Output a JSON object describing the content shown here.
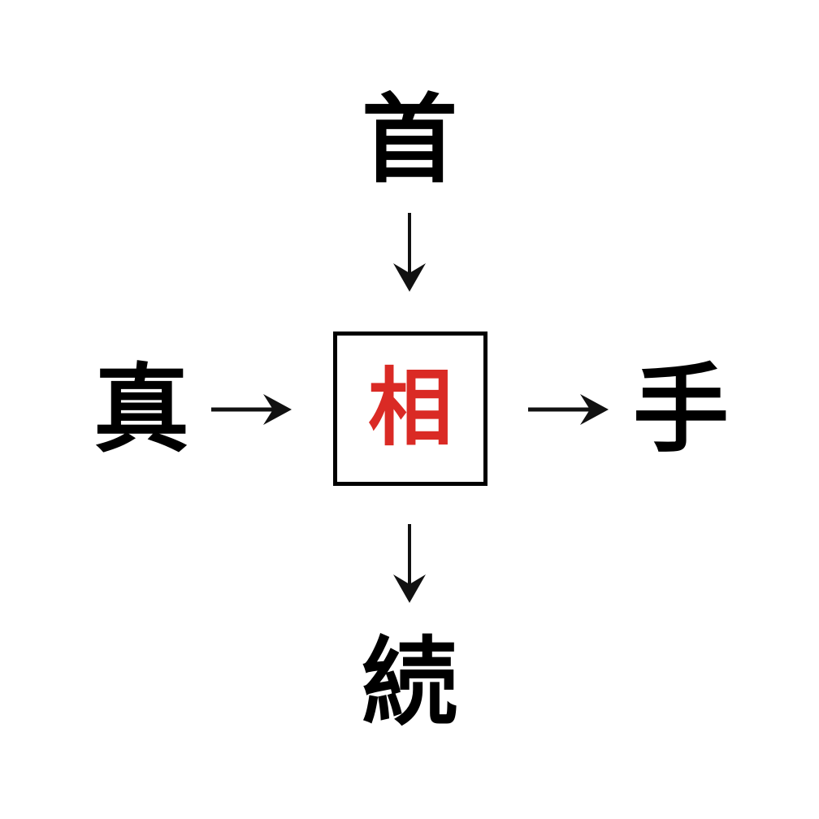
{
  "diagram": {
    "type": "kanji-relationship-diagram",
    "background_color": "#ffffff",
    "center": {
      "character": "相",
      "color": "#da2a25",
      "box_border_color": "#000000",
      "box_border_width": "5px"
    },
    "nodes": {
      "top": {
        "character": "首",
        "color": "#000000",
        "compound": "首相"
      },
      "left": {
        "character": "真",
        "color": "#000000",
        "compound": "真相"
      },
      "right": {
        "character": "手",
        "color": "#000000",
        "compound": "相手"
      },
      "bottom": {
        "character": "続",
        "color": "#000000",
        "compound": "相続"
      }
    },
    "arrows": {
      "top": {
        "glyph": "↓",
        "direction": "down",
        "from": "首",
        "to": "相"
      },
      "left": {
        "glyph": "→",
        "direction": "right",
        "from": "真",
        "to": "相"
      },
      "right": {
        "glyph": "→",
        "direction": "right",
        "from": "相",
        "to": "手"
      },
      "bottom": {
        "glyph": "↓",
        "direction": "down",
        "from": "相",
        "to": "続"
      }
    }
  }
}
